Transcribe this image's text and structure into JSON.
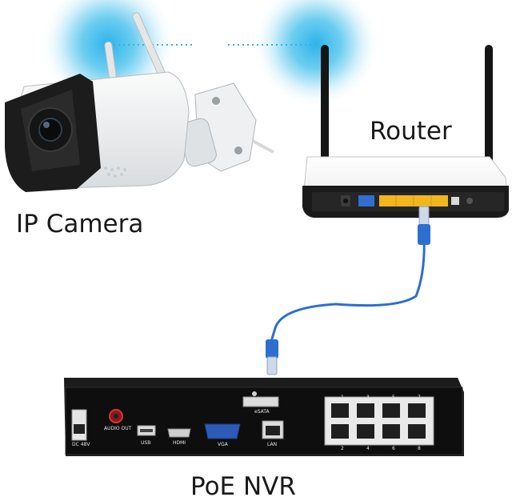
{
  "labels": {
    "router": "Router",
    "camera": "IP Camera",
    "nvr": "PoE NVR"
  },
  "nvr_panel": {
    "power": "DC 48V",
    "audio": "AUDIO OUT",
    "usb": "USB",
    "hdmi": "HDMI",
    "vga": "VGA",
    "lan": "LAN",
    "esata": "eSATA",
    "ports_top": [
      "1",
      "3",
      "5",
      "7"
    ],
    "ports_bottom": [
      "2",
      "4",
      "6",
      "8"
    ]
  },
  "colors": {
    "signal": "#5cc0e6",
    "cable": "#2c6fd0",
    "router_ports": "#f2b51b",
    "device_body": "#1c1c1c"
  },
  "icons": {
    "camera": "ip-camera-illustration",
    "router": "wifi-router-illustration",
    "nvr": "nvr-recorder-illustration",
    "wireless": "wireless-signal-icon"
  }
}
